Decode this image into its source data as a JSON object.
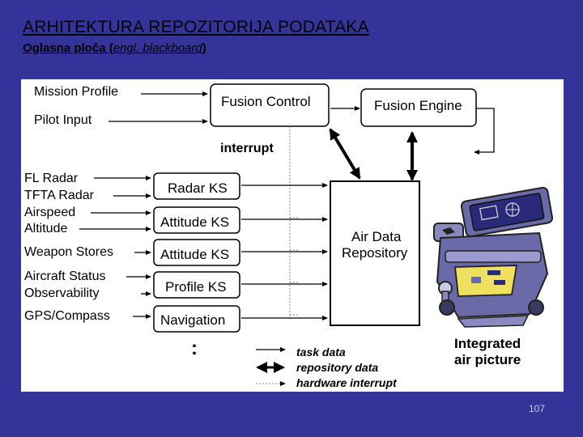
{
  "title": "ARHITEKTURA REPOZITORIJA PODATAKA",
  "subtitle": {
    "prefix": "Oglasna ploča (",
    "italic": "engl. blackboard",
    "suffix": ")"
  },
  "diagram": {
    "inputs": {
      "mission_profile": "Mission Profile",
      "pilot_input": "Pilot Input",
      "fl_radar": "FL Radar",
      "tfta_radar": "TFTA Radar",
      "airspeed": "Airspeed",
      "altitude": "Altitude",
      "weapon_stores": "Weapon Stores",
      "aircraft_status": "Aircraft Status",
      "observability": "Observability",
      "gps_compass": "GPS/Compass"
    },
    "boxes": {
      "fusion_control": "Fusion Control",
      "fusion_engine": "Fusion Engine",
      "radar_ks": "Radar KS",
      "attitude_ks_1": "Attitude KS",
      "attitude_ks_2": "Attitude KS",
      "profile_ks": "Profile KS",
      "navigation": "Navigation",
      "repository_line1": "Air Data",
      "repository_line2": "Repository"
    },
    "interrupt_label": "interrupt",
    "ellipsis": ":",
    "legend": {
      "task_data": "task data",
      "repository_data": "repository data",
      "hardware_interrupt": "hardware interrupt"
    },
    "output_line1": "Integrated",
    "output_line2": "air picture"
  },
  "page_number": "107",
  "colors": {
    "background": "#33339a",
    "panel": "#ffffff",
    "robot_body": "#6a6aa8",
    "robot_screen": "#2a2a7a",
    "robot_panel": "#f0e060"
  }
}
